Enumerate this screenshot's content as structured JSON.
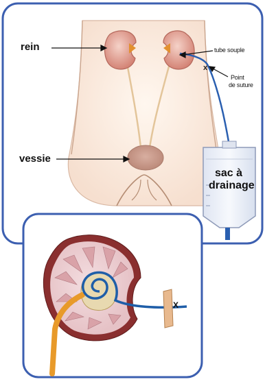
{
  "labels": {
    "kidney": "rein",
    "tube": "tube souple",
    "suture_line1": "Point",
    "suture_line2": "de suture",
    "bladder": "vessie",
    "bag_line1": "sac à",
    "bag_line2": "drainage",
    "inset_mark": "X"
  },
  "colors": {
    "frame": "#3c5fb0",
    "skin": "#fbeee3",
    "kidney": "#d98a80",
    "bladder": "#c99a8c",
    "tube": "#2a5fb0",
    "bag": "#eef1f8"
  }
}
